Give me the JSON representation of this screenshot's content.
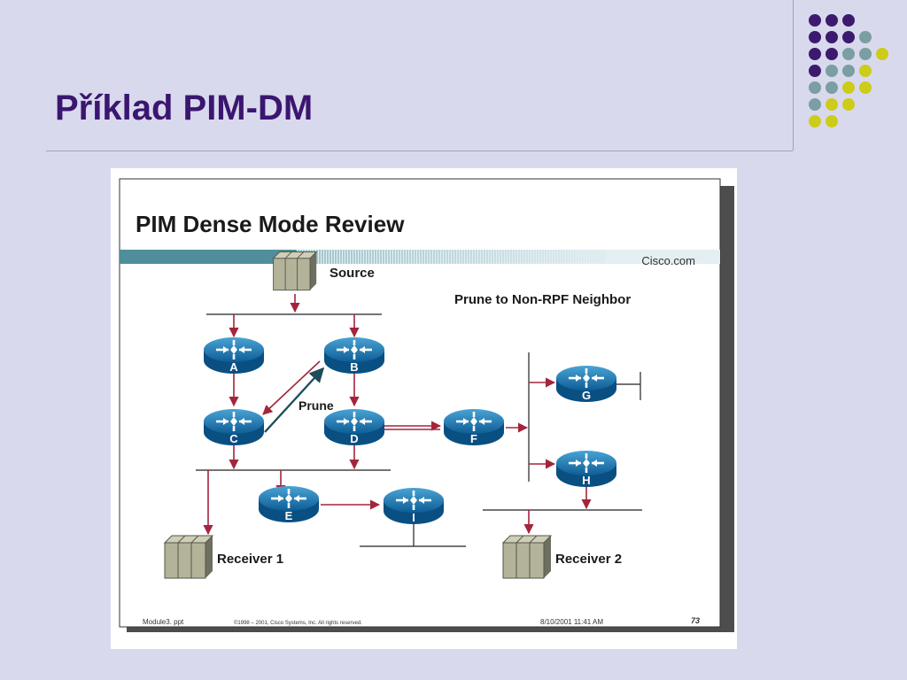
{
  "slide": {
    "title": "Příklad PIM-DM"
  },
  "decor_dot_colors": {
    "purple": "#3d1a6e",
    "teal": "#7a9ea2",
    "yellow": "#cccc1a"
  },
  "inner_slide": {
    "title": "PIM Dense Mode Review",
    "brand": "Cisco.com",
    "subtitle": "Prune to Non-RPF Neighbor",
    "source_label": "Source",
    "prune_label": "Prune",
    "receiver1_label": "Receiver 1",
    "receiver2_label": "Receiver 2",
    "routers": [
      "A",
      "B",
      "C",
      "D",
      "E",
      "F",
      "G",
      "H",
      "I"
    ],
    "footer": {
      "file": "Module3. ppt",
      "copyright": "©1998 – 2001, Cisco Systems, Inc. All rights reserved.",
      "date": "8/10/2001 11:41 AM",
      "page": "73"
    }
  }
}
